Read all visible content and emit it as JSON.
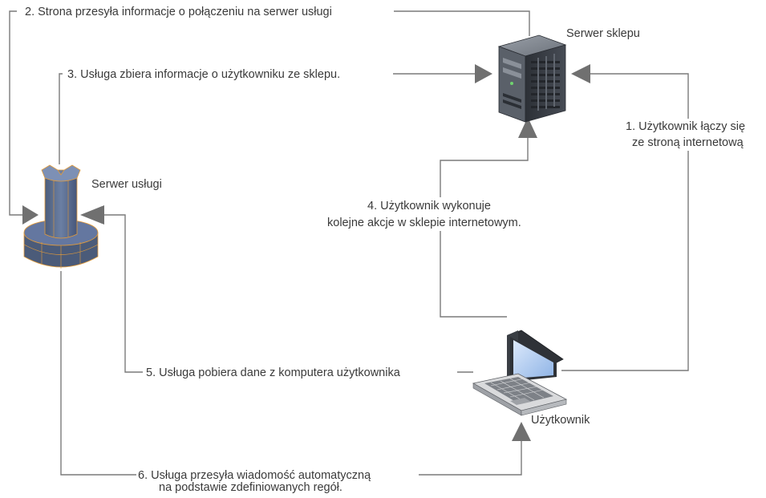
{
  "nodes": {
    "shop_server": {
      "label": "Serwer sklepu",
      "icon": "server-tower-icon"
    },
    "service_server": {
      "label": "Serwer usługi",
      "icon": "service-server-icon"
    },
    "user": {
      "label": "Użytkownik",
      "icon": "laptop-icon"
    }
  },
  "steps": [
    {
      "id": "step-1",
      "lines": [
        "1. Użytkownik łączy się",
        "ze stroną internetową"
      ]
    },
    {
      "id": "step-2",
      "lines": [
        "2. Strona przesyła informacje o połączeniu na serwer usługi"
      ]
    },
    {
      "id": "step-3",
      "lines": [
        "3. Usługa zbiera informacje o użytkowniku ze sklepu."
      ]
    },
    {
      "id": "step-4",
      "lines": [
        "4. Użytkownik wykonuje",
        "kolejne akcje w sklepie internetowym."
      ]
    },
    {
      "id": "step-5",
      "lines": [
        "5. Usługa pobiera dane z komputera użytkownika"
      ]
    },
    {
      "id": "step-6",
      "lines": [
        "6. Usługa przesyła wiadomość automatyczną",
        "na podstawie zdefiniowanych regół."
      ]
    }
  ],
  "colors": {
    "line": "#7a7a7a",
    "arrow": "#707070",
    "server_dark": "#3b3f46",
    "service_blue": "#5a6d8f",
    "screen_blue": "#a8c6ee"
  }
}
